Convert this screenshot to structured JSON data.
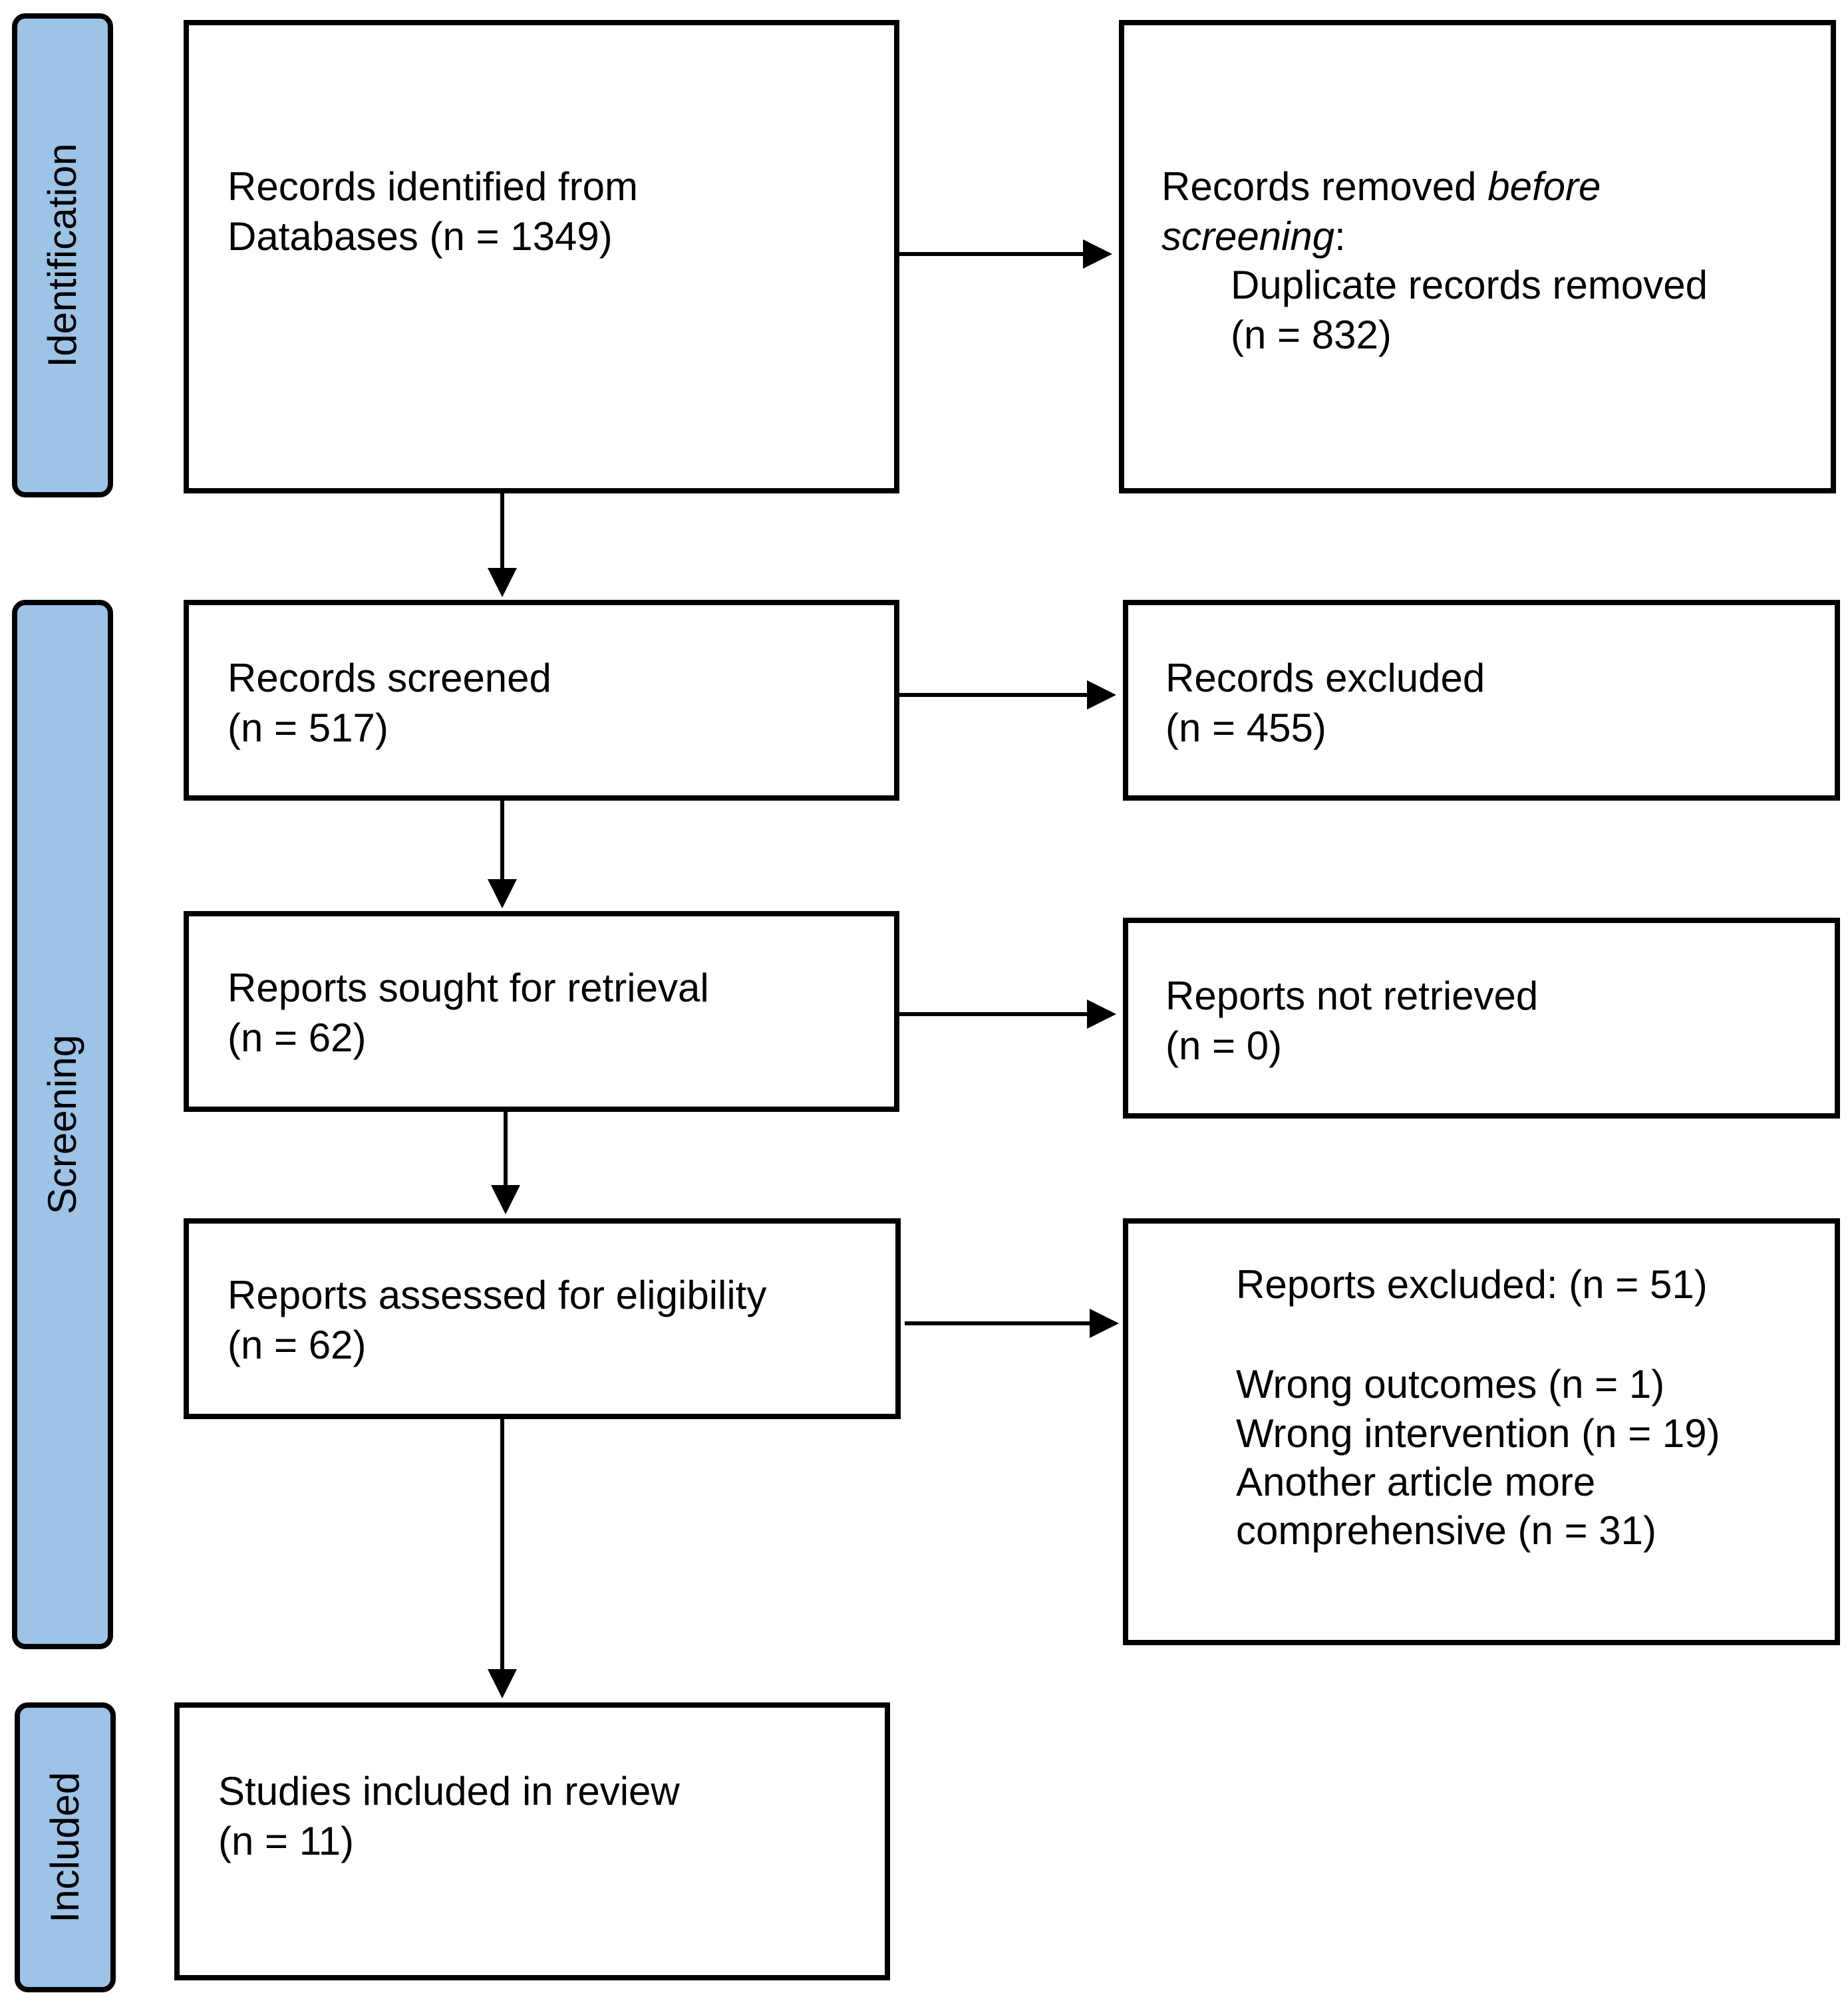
{
  "phases": {
    "identification": "Identification",
    "screening": "Screening",
    "included": "Included"
  },
  "identified": {
    "line1": "Records identified from",
    "line2": "Databases (n = 1349)"
  },
  "removed": {
    "line1_normal": "Records removed ",
    "line1_italic": "before",
    "line2_italic": "screening",
    "line2_colon": ":",
    "line3": "Duplicate records removed",
    "line4": "(n = 832)"
  },
  "screened": {
    "line1": "Records screened",
    "line2": "(n = 517)"
  },
  "excluded": {
    "line1": "Records excluded",
    "line2": "(n = 455)"
  },
  "sought": {
    "line1": "Reports sought for retrieval",
    "line2": "(n = 62)"
  },
  "not_retrieved": {
    "line1": "Reports not retrieved",
    "line2": "(n = 0)"
  },
  "assessed": {
    "line1": "Reports assessed for eligibility",
    "line2": "(n = 62)"
  },
  "reports_excluded": {
    "heading": "Reports excluded: (n = 51)",
    "reason1": "Wrong outcomes (n = 1)",
    "reason2": "Wrong intervention (n = 19)",
    "reason3_line1": "Another article more",
    "reason3_line2": "comprehensive (n = 31)"
  },
  "included_studies": {
    "line1": "Studies included in review",
    "line2": "(n = 11)"
  }
}
